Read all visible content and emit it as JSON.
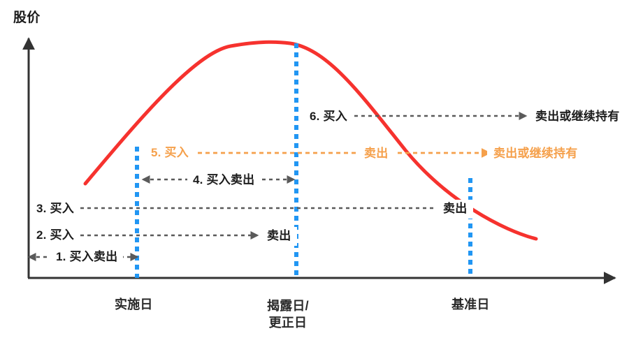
{
  "diagram": {
    "y_axis_title": "股价",
    "curve_color": "#F6322E",
    "accent_blue": "#2196F3",
    "accent_orange": "#F5A04B",
    "axis_color": "#333333",
    "dash_gray": "#5a5a5a"
  },
  "rows": [
    {
      "id": "row1",
      "step": "1. 买入卖出",
      "action": ""
    },
    {
      "id": "row2",
      "step": "2. 买入",
      "action": "卖出"
    },
    {
      "id": "row3",
      "step": "3. 买入",
      "action": "卖出"
    },
    {
      "id": "row4",
      "step": "4. 买入卖出",
      "action": ""
    },
    {
      "id": "row5",
      "step": "5. 买入",
      "action": "卖出",
      "action2": "卖出或继续持有",
      "color": "#F5A04B"
    },
    {
      "id": "row6",
      "step": "6. 买入",
      "action": "卖出或继续持有"
    }
  ],
  "day_markers": [
    {
      "id": "day-implementation",
      "label": "实施日",
      "line2": ""
    },
    {
      "id": "day-disclosure",
      "label": "揭露日/",
      "line2": "更正日"
    },
    {
      "id": "day-benchmark",
      "label": "基准日",
      "line2": ""
    }
  ]
}
